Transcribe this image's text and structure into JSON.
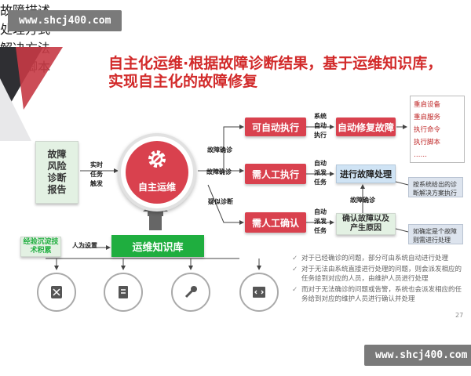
{
  "watermark": {
    "top": "www.shcj400.com",
    "bottom": "www.shcj400.com"
  },
  "title": {
    "line1": "自主化运维·根据故障诊断结果，基于运维知识库，",
    "line2": "实现自主化的故障修复"
  },
  "left_box": {
    "lines": [
      "故障",
      "风险",
      "诊断",
      "报告"
    ]
  },
  "trigger": {
    "lines": [
      "实时",
      "任务",
      "触发"
    ]
  },
  "hub": {
    "label": "自主运维"
  },
  "branch_labels": {
    "top": "故障确诊",
    "middle": "故障确诊",
    "bottom": "疑似诊断"
  },
  "boxes": {
    "auto_exec": "可自动执行",
    "manual_exec": "需人工执行",
    "manual_confirm": "需人工确认"
  },
  "mid_labels": {
    "top": [
      "系统",
      "自动",
      "执行"
    ],
    "middle": [
      "自动",
      "派发",
      "任务"
    ],
    "bottom": [
      "自动",
      "派发",
      "任务"
    ]
  },
  "results": {
    "auto_repair": "自动修复故障",
    "fix_handle": "进行故障处理",
    "confirm_cause": "确认故障以及产生原因",
    "fix_confirm_label": "故障确诊"
  },
  "actions": {
    "items": [
      "重启设备",
      "重启服务",
      "执行命令",
      "执行脚本",
      "……"
    ]
  },
  "notes": {
    "middle": "按系统给出的诊断解决方案执行",
    "bottom": "如确定是个故障则需进行处理"
  },
  "knowledge": {
    "label": "运维知识库",
    "experience": "经验沉淀技术积累",
    "manual_set": "人为设置"
  },
  "circles": [
    {
      "icon": "fault-description-icon",
      "label": "故障描述"
    },
    {
      "icon": "processing-method-icon",
      "label": "处理方式"
    },
    {
      "icon": "solution-method-icon",
      "label": "解决方法"
    },
    {
      "icon": "execution-script-icon",
      "label": "执行脚本"
    }
  ],
  "bullets": [
    "对于已经确诊的问题，部分可由系统自动进行处理",
    "对于无法由系统直接进行处理的问题，则会派发相应的任务给到对应的人员，由维护人员进行处理",
    "而对于无法确诊的问题或告警，系统也会派发相应的任务给到对应的维护人员进行确认并处理"
  ],
  "page_number": "27",
  "colors": {
    "red": "#d9414e",
    "green": "#1fae3f",
    "title": "#d22a2a"
  }
}
